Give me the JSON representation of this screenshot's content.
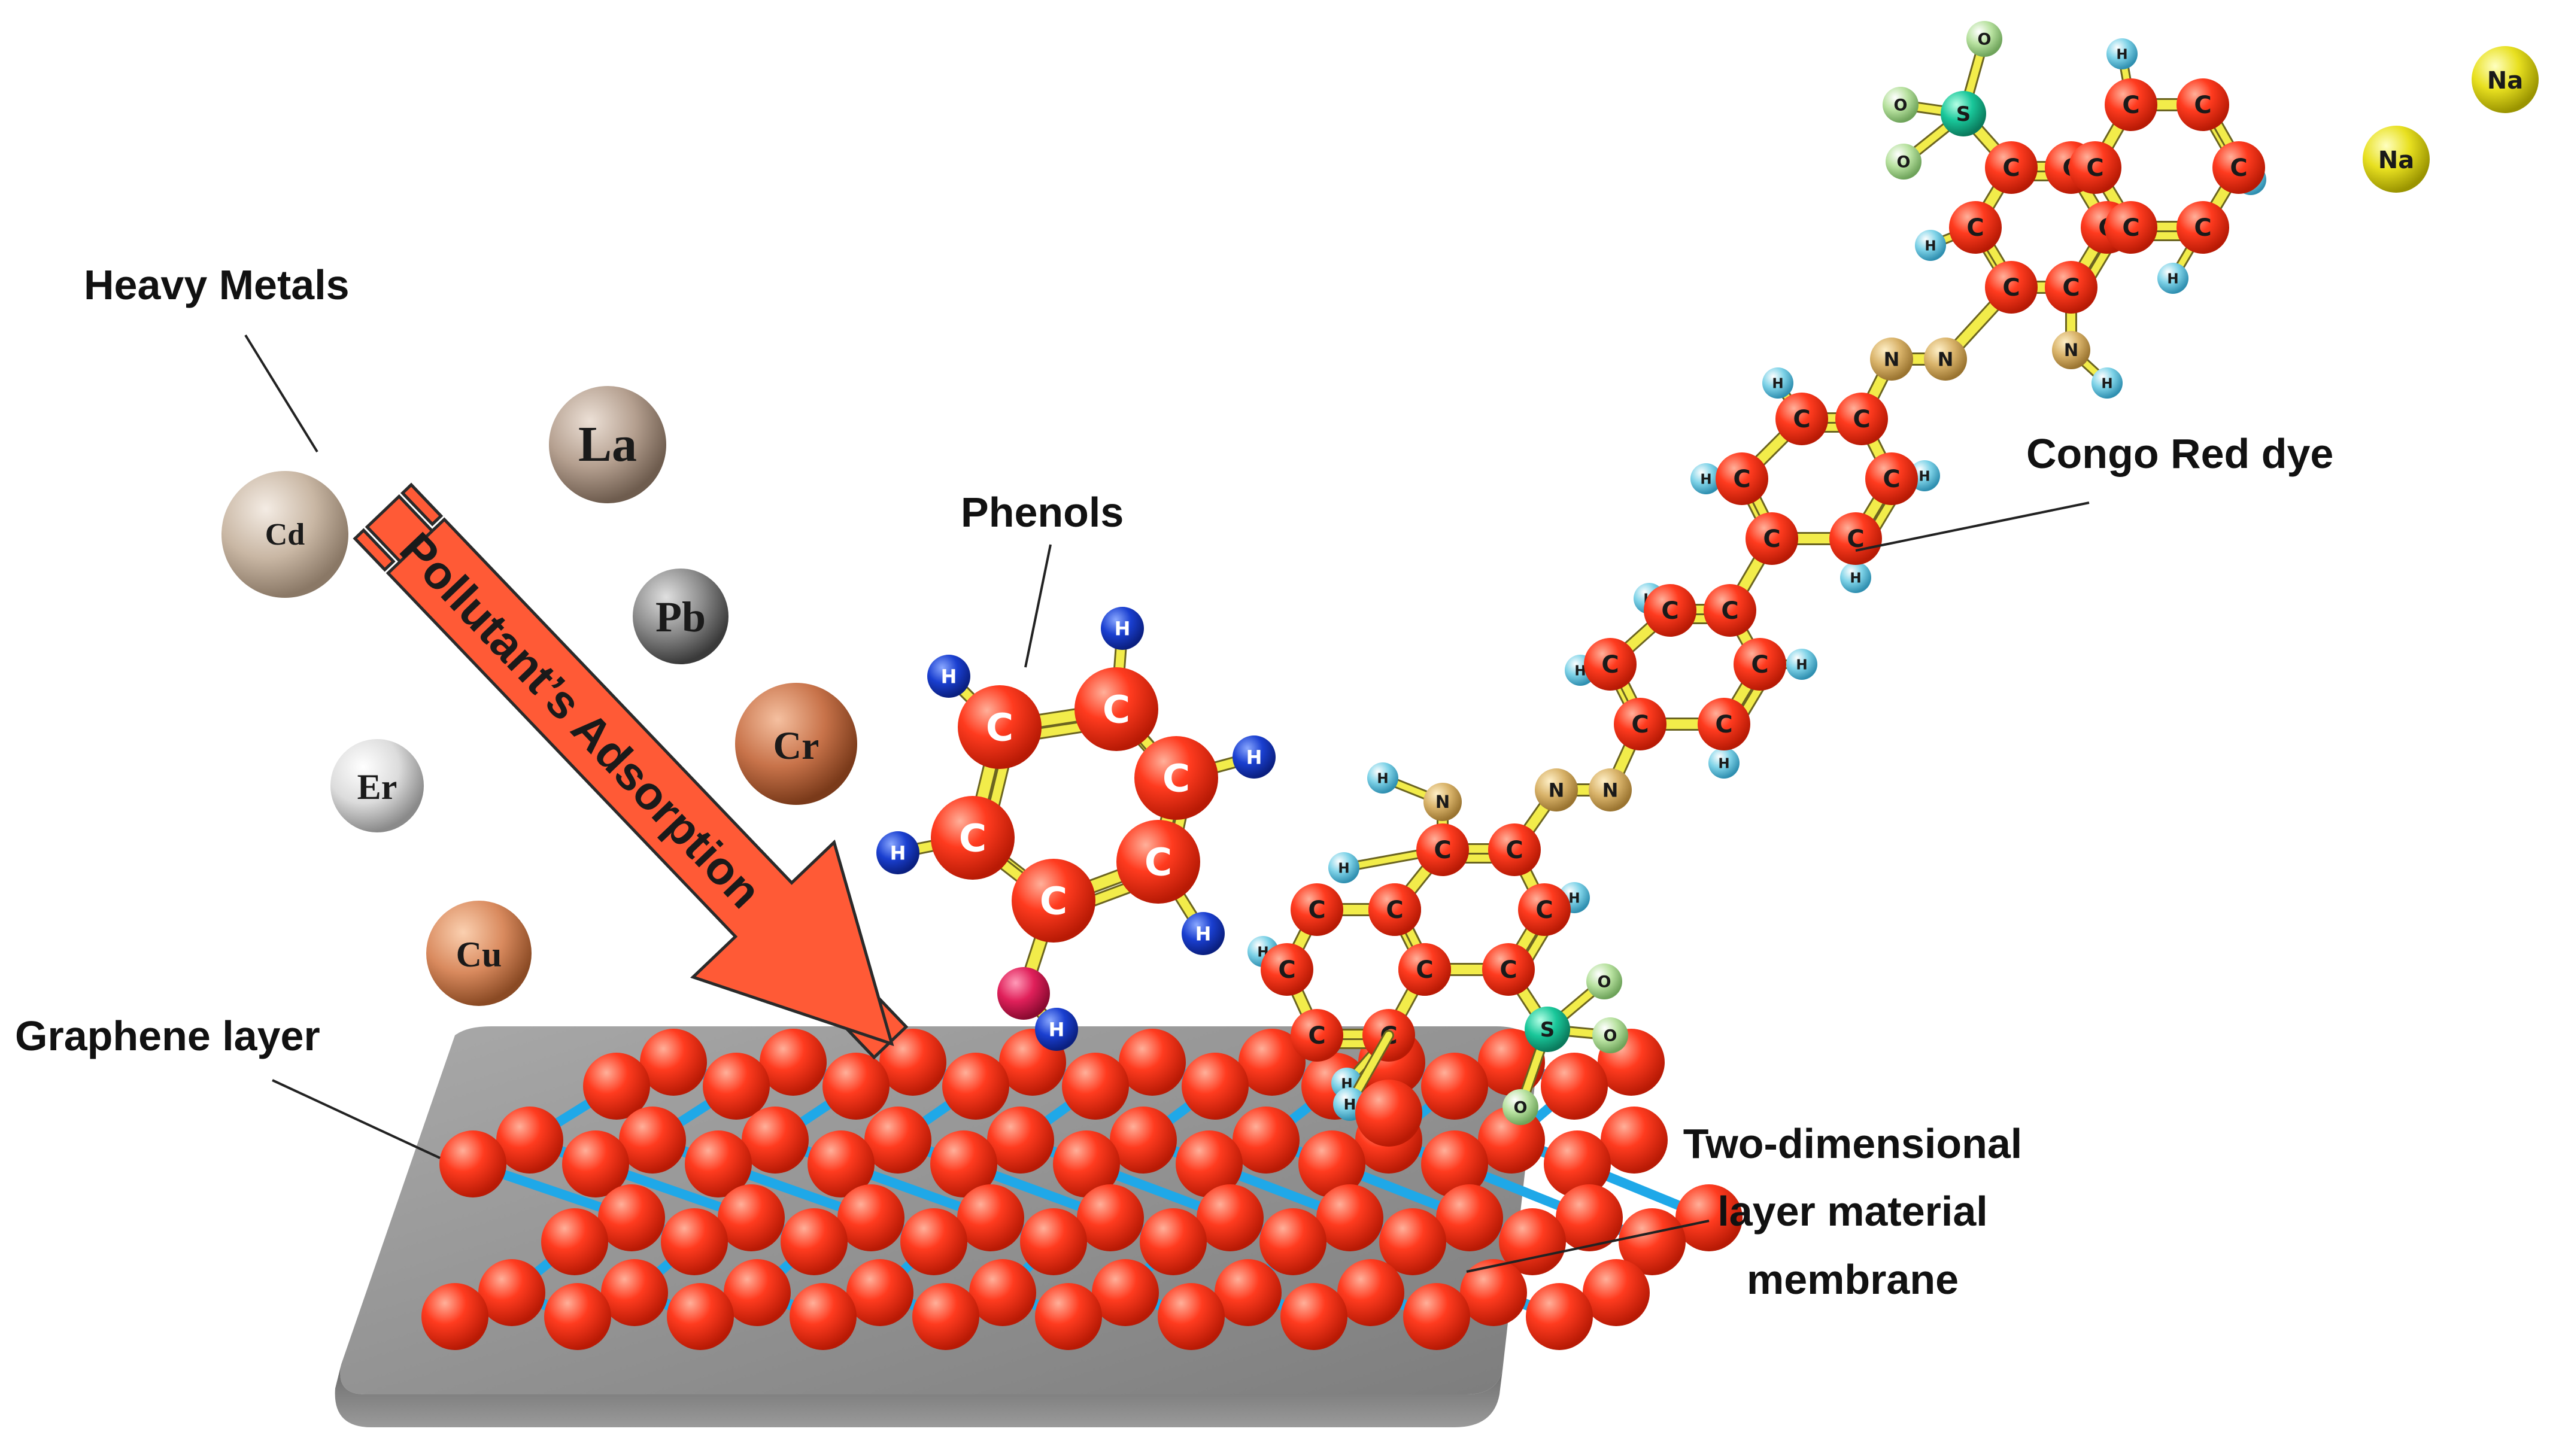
{
  "labels": {
    "heavy_metals": "Heavy Metals",
    "phenols": "Phenols",
    "congo_red": "Congo Red dye",
    "graphene_layer": "Graphene layer",
    "membrane_line1": "Two-dimensional",
    "membrane_line2": "layer material",
    "membrane_line3": "membrane",
    "arrow": "Pollutant’s Adsorption"
  },
  "metals": [
    {
      "symbol": "Cd",
      "color": "#c9b7a4"
    },
    {
      "symbol": "La",
      "color": "#b5a090"
    },
    {
      "symbol": "Pb",
      "color": "#8a8a8a"
    },
    {
      "symbol": "Cr",
      "color": "#c8734a"
    },
    {
      "symbol": "Er",
      "color": "#dcdcdc"
    },
    {
      "symbol": "Cu",
      "color": "#d98a5e"
    }
  ],
  "sodium": [
    {
      "symbol": "Na"
    },
    {
      "symbol": "Na"
    }
  ],
  "colors": {
    "carbon": "#ff3b1f",
    "bond": "#f2ec4a",
    "hydrogen": "#7fd3e8",
    "phenol_hydrogen": "#1a3fd0",
    "oxygen_phenol": "#e0205a",
    "sulfur": "#19c79a",
    "oxygen": "#b8e2a0",
    "nitrogen": "#d9b36a",
    "sodium": "#e8e020",
    "graphene_bond": "#1fa8e8",
    "membrane": "#8c8c8c",
    "arrow": "#ff5a36"
  },
  "atom_symbols": {
    "C": "C",
    "H": "H",
    "O": "O",
    "S": "S",
    "N": "N"
  }
}
